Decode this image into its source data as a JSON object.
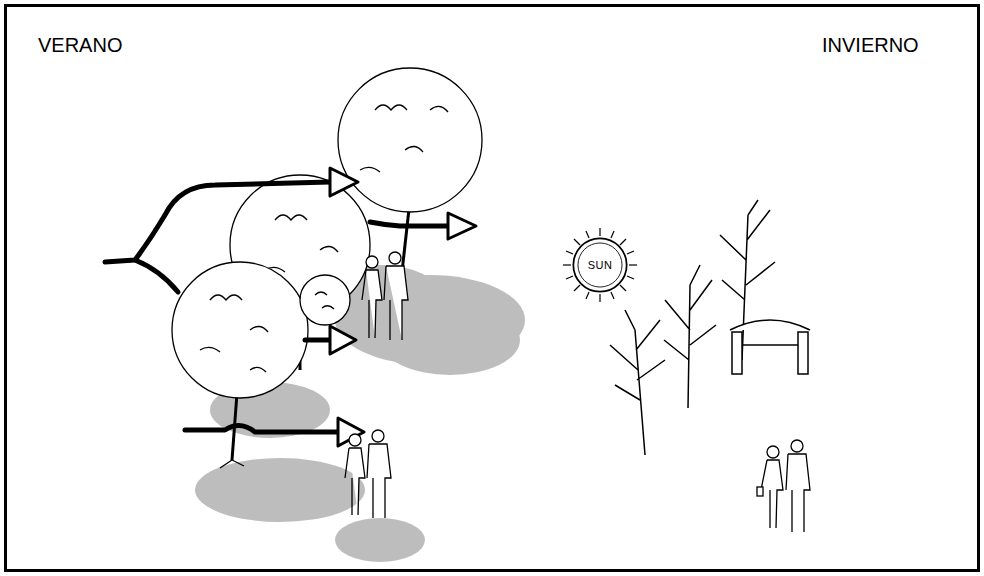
{
  "diagram": {
    "nodes": [
      {
        "text": [
          "SUN"
        ]
      }
    ],
    "labels": [
      "VERANO",
      "INVIERNO"
    ]
  }
}
